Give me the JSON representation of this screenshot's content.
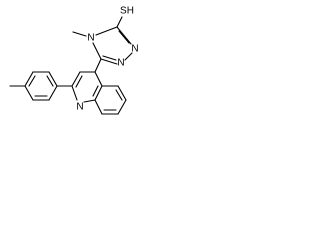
{
  "molecule": {
    "labels": {
      "thiol": "SH",
      "methyl": "N",
      "triazole_n1": "N",
      "triazole_n2": "N",
      "quinoline_n": "N",
      "methyl_sub": "—"
    },
    "atom_text": {
      "sh": "SH",
      "n4": "N",
      "n2": "N",
      "n1": "N",
      "nq": "N"
    },
    "colors": {
      "bond": "#000000",
      "text": "#000000",
      "background": "#ffffff"
    }
  }
}
